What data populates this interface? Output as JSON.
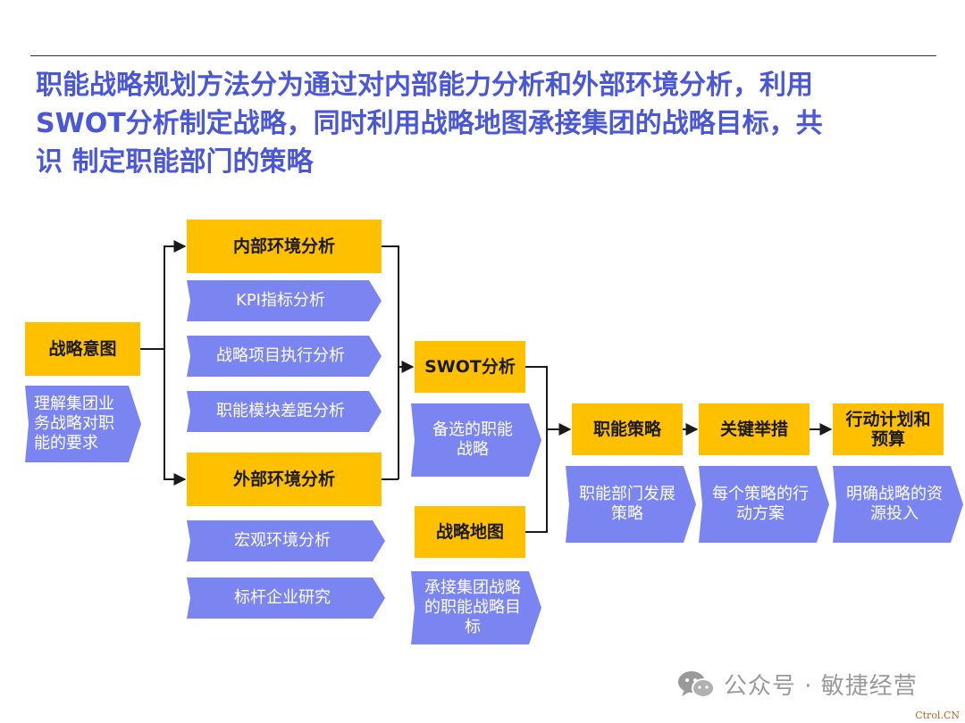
{
  "title": {
    "line1": "职能战略规划方法分为通过对内部能力分析和外部环境分析，利用",
    "line2": "SWOT分析制定战略，同时利用战略地图承接集团的战略目标，共",
    "line3": "识 制定职能部门的策略"
  },
  "diagram": {
    "strategic_intent": {
      "label": "战略意图",
      "desc": "理解集团业务战略对职能的要求"
    },
    "internal": {
      "label": "内部环境分析",
      "items": [
        "KPI指标分析",
        "战略项目执行分析",
        "职能模块差距分析"
      ]
    },
    "external": {
      "label": "外部环境分析",
      "items": [
        "宏观环境分析",
        "标杆企业研究"
      ]
    },
    "swot": {
      "label": "SWOT分析",
      "desc": "备选的职能战略"
    },
    "strategy_map": {
      "label": "战略地图",
      "desc": "承接集团战略的职能战略目标"
    },
    "functional_strategy": {
      "label": "职能策略",
      "desc": "职能部门发展策略"
    },
    "key_measures": {
      "label": "关键举措",
      "desc": "每个策略的行动方案"
    },
    "action_plan": {
      "label": "行动计划和预算",
      "desc": "明确战略的资源投入"
    }
  },
  "watermark": {
    "text": "公众号 · 敏捷经营",
    "icon": "wechat-icon"
  },
  "corner_tag": "Ctrol.CN",
  "colors": {
    "title": "#4a57d6",
    "yellow": "#ffc000",
    "purple": "#7b85f2",
    "line": "#1a1a1a"
  }
}
